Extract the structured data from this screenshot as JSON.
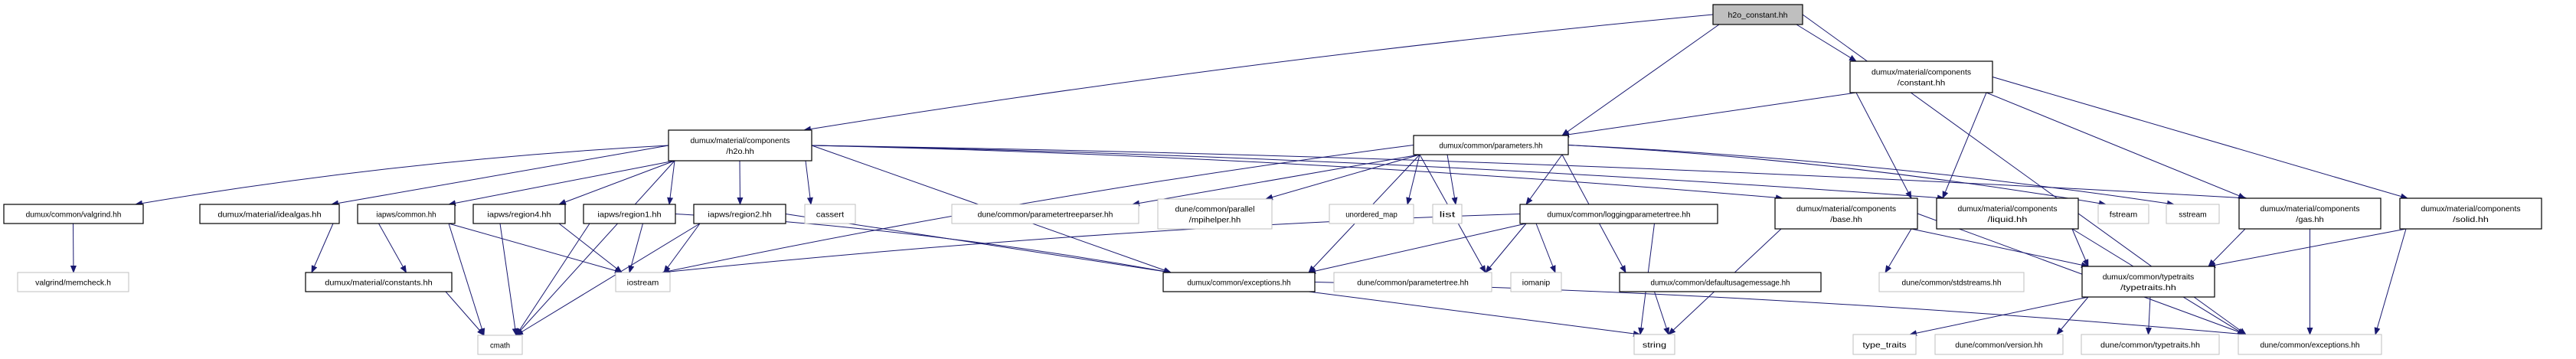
{
  "colors": {
    "edge": "#191970",
    "documented_border": "#000000",
    "external_border": "#bfbfbf",
    "root_fill": "#bfbfbf"
  },
  "nodes": [
    {
      "id": "root",
      "kind": "root",
      "lines": [
        "h2o_constant.hh"
      ]
    },
    {
      "id": "h2o",
      "kind": "doc",
      "lines": [
        "dumux/material/components",
        "/h2o.hh"
      ]
    },
    {
      "id": "constant",
      "kind": "doc",
      "lines": [
        "dumux/material/components",
        "/constant.hh"
      ]
    },
    {
      "id": "parameters",
      "kind": "doc",
      "lines": [
        "dumux/common/parameters.hh"
      ]
    },
    {
      "id": "valgrind",
      "kind": "doc",
      "lines": [
        "dumux/common/valgrind.hh"
      ]
    },
    {
      "id": "idealgas",
      "kind": "doc",
      "lines": [
        "dumux/material/idealgas.hh"
      ]
    },
    {
      "id": "iapwscommon",
      "kind": "doc",
      "lines": [
        "iapws/common.hh"
      ]
    },
    {
      "id": "region4",
      "kind": "doc",
      "lines": [
        "iapws/region4.hh"
      ]
    },
    {
      "id": "region1",
      "kind": "doc",
      "lines": [
        "iapws/region1.hh"
      ]
    },
    {
      "id": "region2",
      "kind": "doc",
      "lines": [
        "iapws/region2.hh"
      ]
    },
    {
      "id": "cassert",
      "kind": "ext",
      "lines": [
        "cassert"
      ]
    },
    {
      "id": "ptparser",
      "kind": "ext",
      "lines": [
        "dune/common/parametertreeparser.hh"
      ]
    },
    {
      "id": "mpihelper",
      "kind": "ext",
      "lines": [
        "dune/common/parallel",
        "/mpihelper.hh"
      ]
    },
    {
      "id": "unordered_map",
      "kind": "ext",
      "lines": [
        "unordered_map"
      ]
    },
    {
      "id": "list",
      "kind": "ext",
      "lines": [
        "list"
      ]
    },
    {
      "id": "logging",
      "kind": "doc",
      "lines": [
        "dumux/common/loggingparametertree.hh"
      ]
    },
    {
      "id": "base",
      "kind": "doc",
      "lines": [
        "dumux/material/components",
        "/base.hh"
      ]
    },
    {
      "id": "liquid",
      "kind": "doc",
      "lines": [
        "dumux/material/components",
        "/liquid.hh"
      ]
    },
    {
      "id": "fstream",
      "kind": "ext",
      "lines": [
        "fstream"
      ]
    },
    {
      "id": "sstream",
      "kind": "ext",
      "lines": [
        "sstream"
      ]
    },
    {
      "id": "gas",
      "kind": "doc",
      "lines": [
        "dumux/material/components",
        "/gas.hh"
      ]
    },
    {
      "id": "solid",
      "kind": "doc",
      "lines": [
        "dumux/material/components",
        "/solid.hh"
      ]
    },
    {
      "id": "memcheck",
      "kind": "ext",
      "lines": [
        "valgrind/memcheck.h"
      ]
    },
    {
      "id": "constants",
      "kind": "doc",
      "lines": [
        "dumux/material/constants.hh"
      ]
    },
    {
      "id": "iostream",
      "kind": "ext",
      "lines": [
        "iostream"
      ]
    },
    {
      "id": "dumuxexc",
      "kind": "doc",
      "lines": [
        "dumux/common/exceptions.hh"
      ]
    },
    {
      "id": "paramtree",
      "kind": "ext",
      "lines": [
        "dune/common/parametertree.hh"
      ]
    },
    {
      "id": "iomanip",
      "kind": "ext",
      "lines": [
        "iomanip"
      ]
    },
    {
      "id": "defusage",
      "kind": "doc",
      "lines": [
        "dumux/common/defaultusagemessage.hh"
      ]
    },
    {
      "id": "stdstreams",
      "kind": "ext",
      "lines": [
        "dune/common/stdstreams.hh"
      ]
    },
    {
      "id": "typetraits",
      "kind": "doc",
      "lines": [
        "dumux/common/typetraits",
        "/typetraits.hh"
      ]
    },
    {
      "id": "cmath",
      "kind": "ext",
      "lines": [
        "cmath"
      ]
    },
    {
      "id": "string",
      "kind": "ext",
      "lines": [
        "string"
      ]
    },
    {
      "id": "type_traits",
      "kind": "ext",
      "lines": [
        "type_traits"
      ]
    },
    {
      "id": "version",
      "kind": "ext",
      "lines": [
        "dune/common/version.hh"
      ]
    },
    {
      "id": "dunetypetraits",
      "kind": "ext",
      "lines": [
        "dune/common/typetraits.hh"
      ]
    },
    {
      "id": "duneexc",
      "kind": "ext",
      "lines": [
        "dune/common/exceptions.hh"
      ]
    }
  ],
  "edges": [
    [
      "root",
      "h2o"
    ],
    [
      "root",
      "parameters"
    ],
    [
      "root",
      "constant"
    ],
    [
      "root",
      "duneexc"
    ],
    [
      "h2o",
      "valgrind"
    ],
    [
      "h2o",
      "idealgas"
    ],
    [
      "h2o",
      "iapwscommon"
    ],
    [
      "h2o",
      "region4"
    ],
    [
      "h2o",
      "region1"
    ],
    [
      "h2o",
      "region2"
    ],
    [
      "h2o",
      "cassert"
    ],
    [
      "h2o",
      "cmath"
    ],
    [
      "h2o",
      "dumuxexc"
    ],
    [
      "h2o",
      "base"
    ],
    [
      "h2o",
      "liquid"
    ],
    [
      "h2o",
      "gas"
    ],
    [
      "constant",
      "parameters"
    ],
    [
      "constant",
      "base"
    ],
    [
      "constant",
      "liquid"
    ],
    [
      "constant",
      "gas"
    ],
    [
      "constant",
      "solid"
    ],
    [
      "parameters",
      "iostream"
    ],
    [
      "parameters",
      "ptparser"
    ],
    [
      "parameters",
      "mpihelper"
    ],
    [
      "parameters",
      "unordered_map"
    ],
    [
      "parameters",
      "list"
    ],
    [
      "parameters",
      "logging"
    ],
    [
      "parameters",
      "paramtree"
    ],
    [
      "parameters",
      "defusage"
    ],
    [
      "parameters",
      "dumuxexc"
    ],
    [
      "parameters",
      "fstream"
    ],
    [
      "parameters",
      "sstream"
    ],
    [
      "valgrind",
      "memcheck"
    ],
    [
      "idealgas",
      "constants"
    ],
    [
      "iapwscommon",
      "constants"
    ],
    [
      "iapwscommon",
      "cmath"
    ],
    [
      "iapwscommon",
      "iostream"
    ],
    [
      "region4",
      "cmath"
    ],
    [
      "region4",
      "iostream"
    ],
    [
      "region1",
      "cmath"
    ],
    [
      "region1",
      "iostream"
    ],
    [
      "region1",
      "dumuxexc"
    ],
    [
      "region2",
      "cmath"
    ],
    [
      "region2",
      "iostream"
    ],
    [
      "region2",
      "dumuxexc"
    ],
    [
      "constants",
      "cmath"
    ],
    [
      "logging",
      "iostream"
    ],
    [
      "logging",
      "dumuxexc"
    ],
    [
      "logging",
      "paramtree"
    ],
    [
      "logging",
      "iomanip"
    ],
    [
      "logging",
      "string"
    ],
    [
      "defusage",
      "string"
    ],
    [
      "dumuxexc",
      "string"
    ],
    [
      "dumuxexc",
      "duneexc"
    ],
    [
      "base",
      "string"
    ],
    [
      "base",
      "stdstreams"
    ],
    [
      "base",
      "typetraits"
    ],
    [
      "base",
      "duneexc"
    ],
    [
      "liquid",
      "typetraits"
    ],
    [
      "liquid",
      "duneexc"
    ],
    [
      "gas",
      "typetraits"
    ],
    [
      "gas",
      "duneexc"
    ],
    [
      "solid",
      "typetraits"
    ],
    [
      "solid",
      "duneexc"
    ],
    [
      "typetraits",
      "type_traits"
    ],
    [
      "typetraits",
      "version"
    ],
    [
      "typetraits",
      "dunetypetraits"
    ]
  ]
}
